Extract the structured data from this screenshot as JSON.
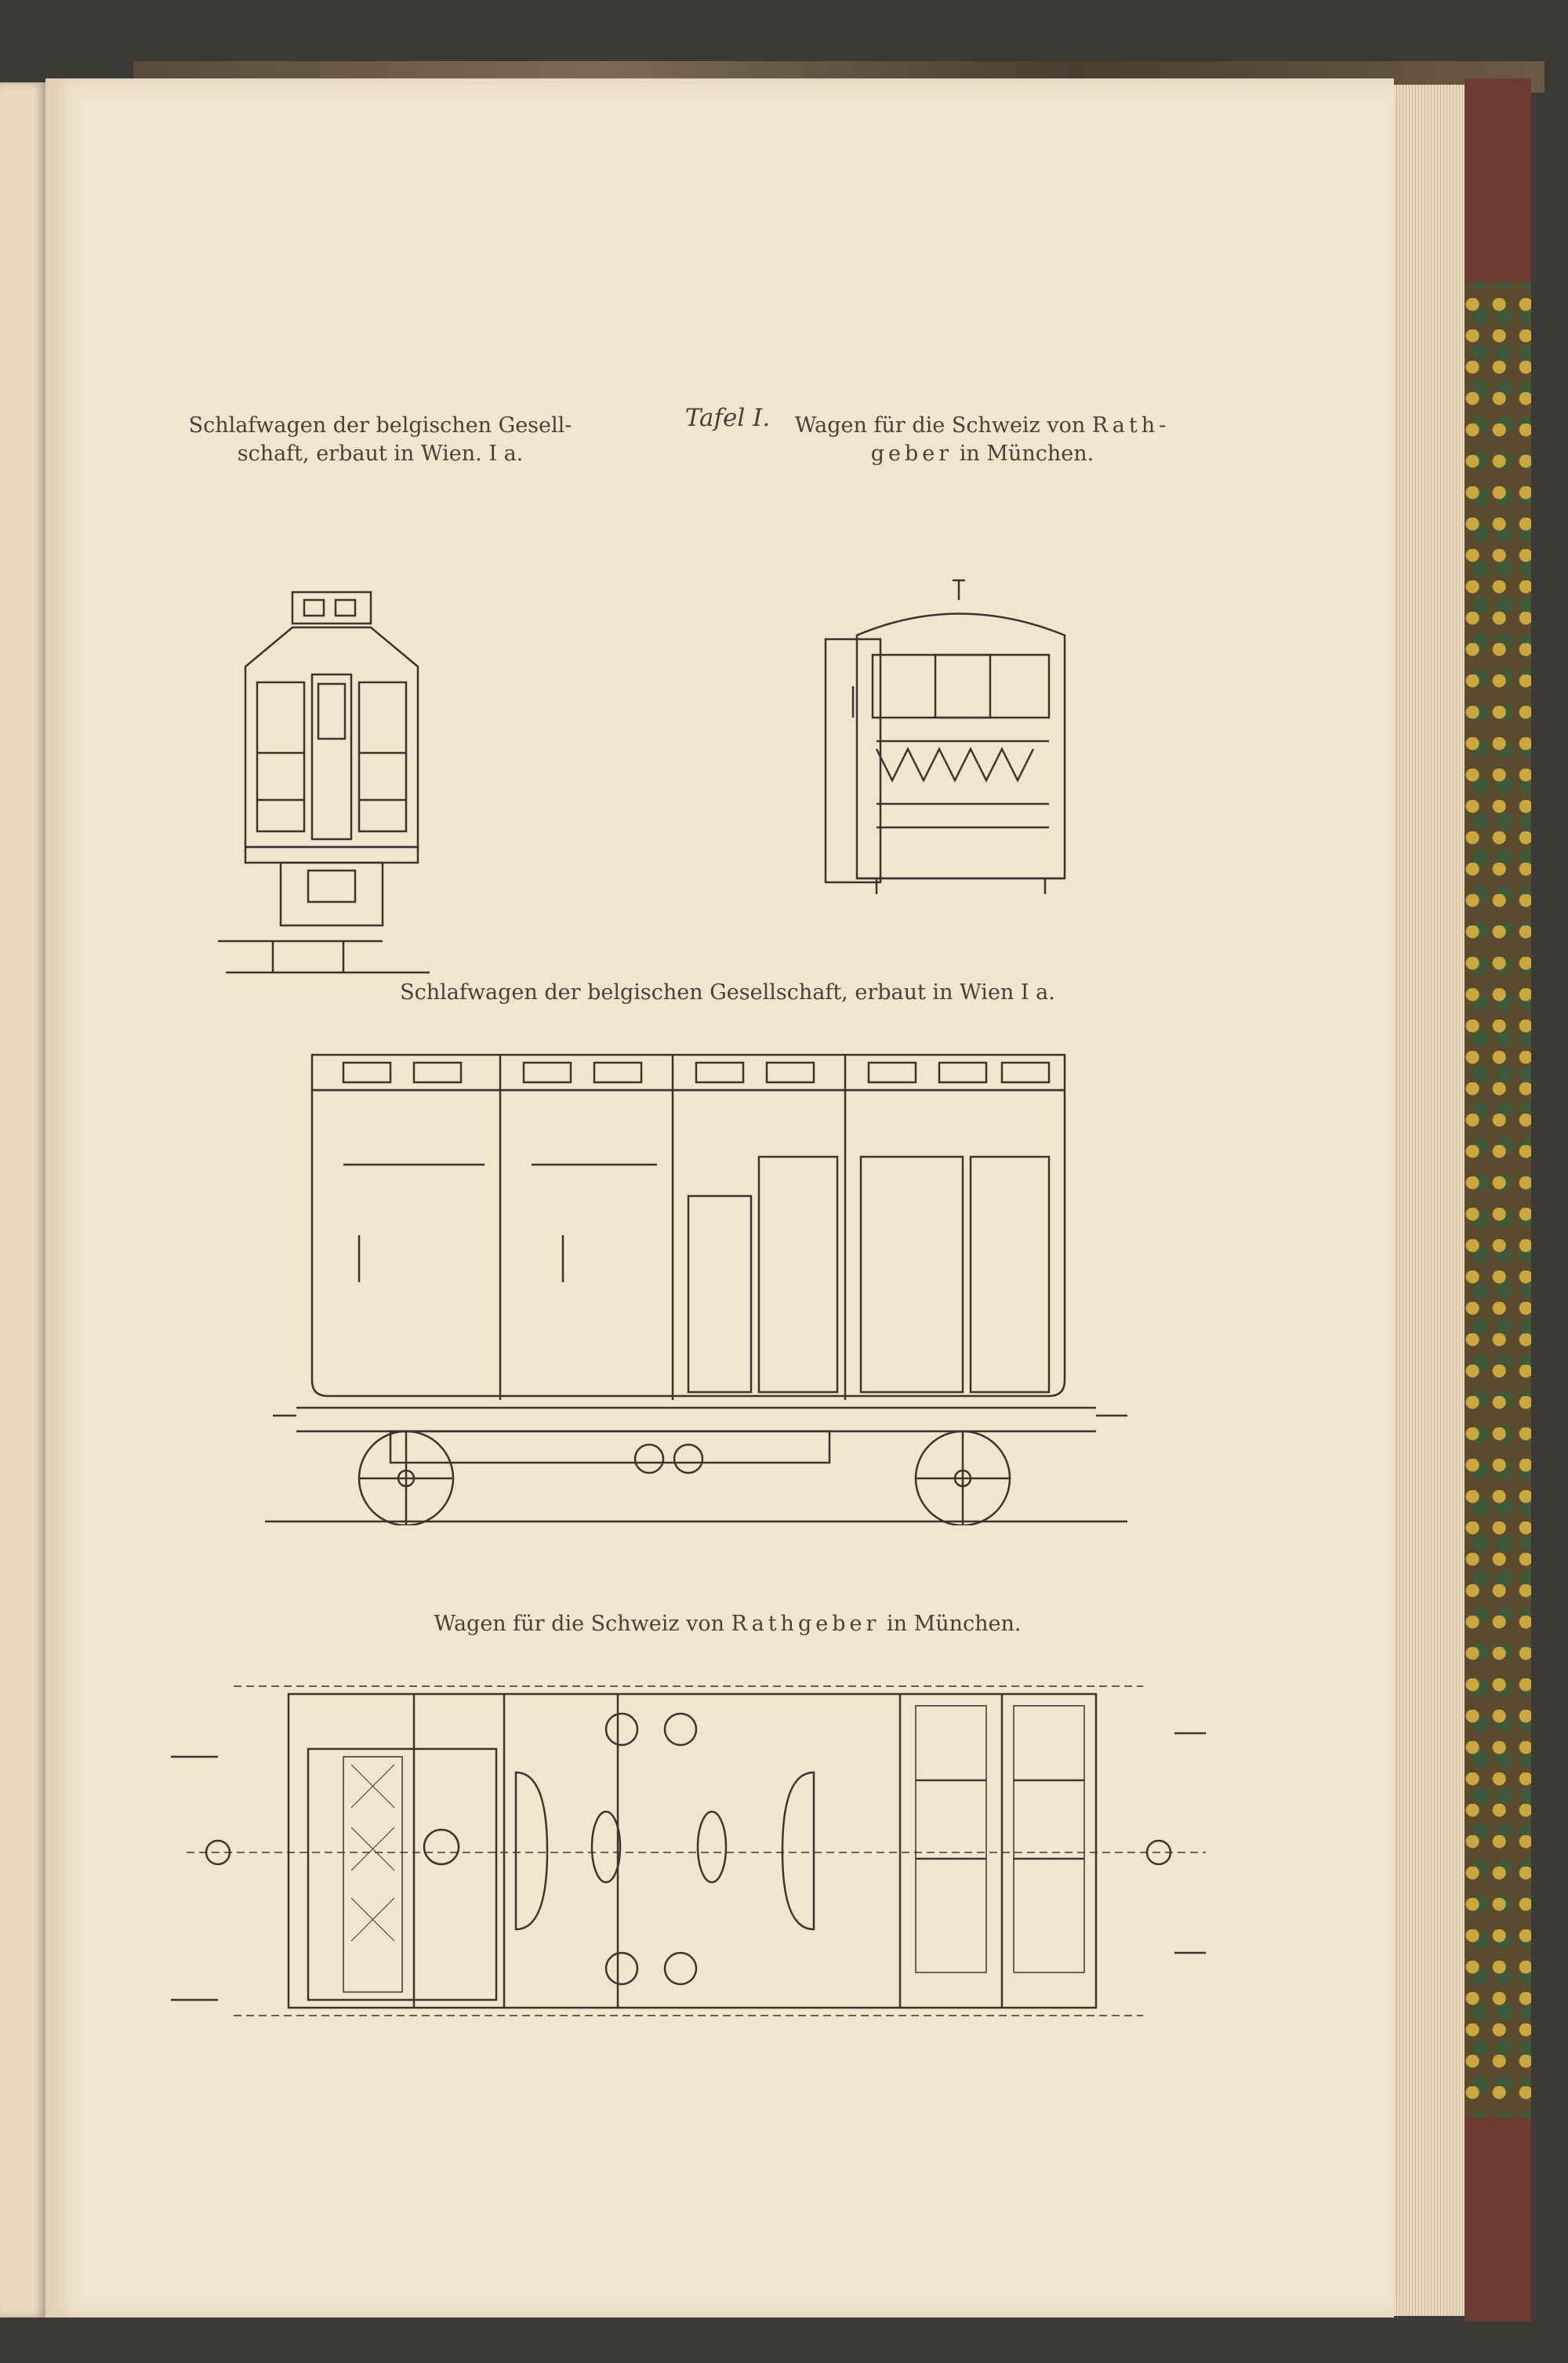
{
  "plate_title": "Tafel I.",
  "figures": {
    "front_left": {
      "caption_line1": "Schlafwagen der belgischen Gesell-",
      "caption_line2": "schaft, erbaut in Wien. I a."
    },
    "front_right": {
      "caption_line1_pre": "Wagen für die Schweiz von ",
      "caption_line1_spaced": "Rath-",
      "caption_line2_spaced": "geber",
      "caption_line2_post": " in München."
    },
    "side_view": {
      "caption": "Schlafwagen der belgischen Gesellschaft, erbaut in Wien I a."
    },
    "plan_view": {
      "caption_pre": "Wagen für die Schweiz von ",
      "caption_spaced": "Rathgeber",
      "caption_post": " in München."
    }
  }
}
